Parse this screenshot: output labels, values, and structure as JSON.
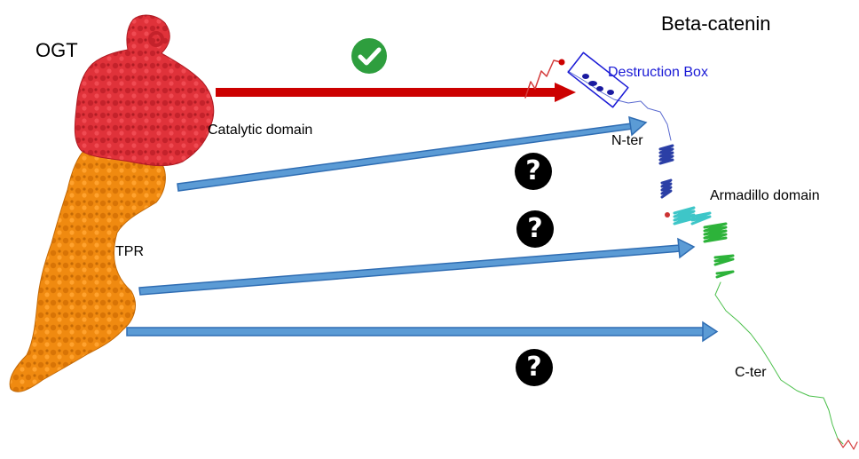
{
  "labels": {
    "ogt": "OGT",
    "beta_catenin": "Beta-catenin",
    "destruction_box": "Destruction Box",
    "catalytic_domain": "Catalytic domain",
    "n_ter": "N-ter",
    "armadillo_domain": "Armadillo domain",
    "tpr": "TPR",
    "c_ter": "C-ter"
  },
  "question_mark": "?",
  "colors": {
    "catalytic": "#e0323a",
    "tpr": "#f08a10",
    "confirmed_arrow": "#cc0000",
    "unknown_arrow": "#5b9bd5",
    "destruction_box": "#1a1ad6",
    "check": "#2e9e3e",
    "helix_blue": "#2b3fa6",
    "helix_cyan": "#3ec6c8",
    "helix_green": "#2db33a"
  },
  "icons": [
    "check-icon",
    "question-icon"
  ]
}
